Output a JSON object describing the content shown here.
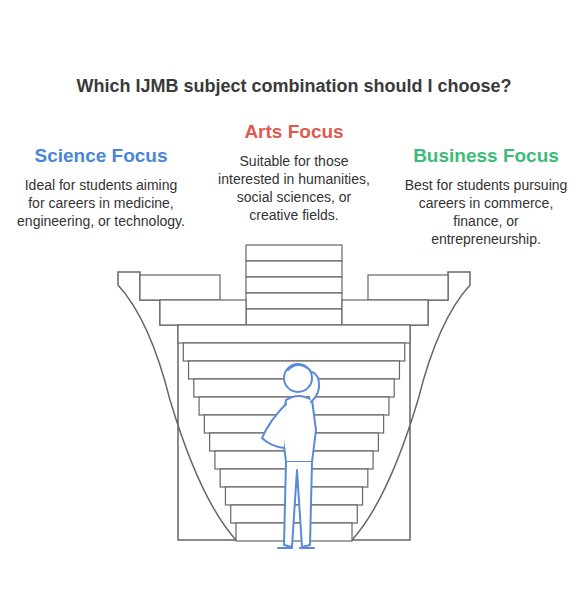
{
  "diagram": {
    "title": "Which IJMB subject combination should I choose?",
    "nodes": [
      {
        "text": [
          "Science Focus",
          "Ideal for students aiming for careers in medicine, engineering, or technology."
        ]
      },
      {
        "text": [
          "Arts Focus",
          "Suitable for those interested in humanities, social sciences, or creative fields."
        ]
      },
      {
        "text": [
          "Business Focus",
          "Best for students pursuing careers in commerce, finance, or entrepreneurship."
        ]
      }
    ]
  }
}
